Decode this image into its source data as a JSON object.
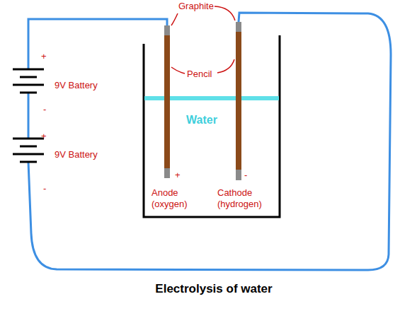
{
  "diagram": {
    "caption": "Electrolysis of water",
    "labels": [
      "Graphite",
      "Pencil",
      "+",
      "9V Battery",
      "-",
      "+",
      "9V Battery",
      "-",
      "Water",
      "+",
      "-",
      "Anode (oxygen)",
      "Cathode (hydrogen)"
    ]
  }
}
